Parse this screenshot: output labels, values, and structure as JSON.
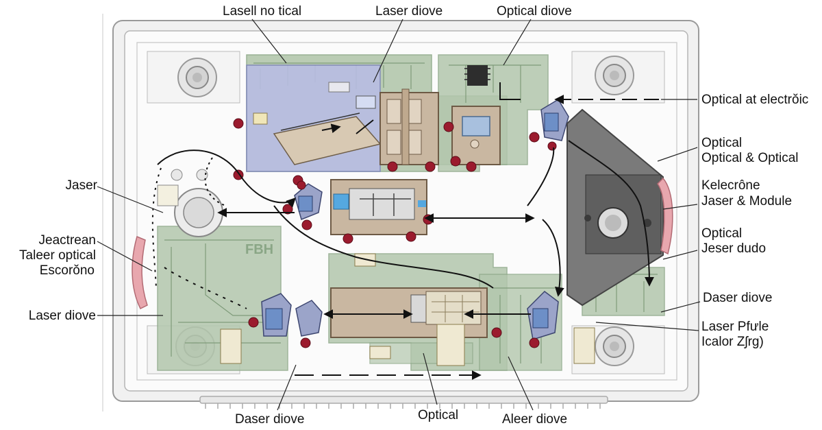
{
  "colors": {
    "board": "#a9bfa4",
    "board_dark": "#8aa686",
    "enclosure": "#d9d9d9",
    "module": "#c9b7a1",
    "lens": "#7fa1c9",
    "wheel": "#9b1b2e",
    "plate": "#6e6e6e",
    "purple": "#b8bde3"
  },
  "labels": {
    "top_left": "Lasell no tical",
    "top_mid": "Laser diove",
    "top_right": "Optical diove",
    "right_1": "Optical at electrŏic",
    "right_2a": "Optical",
    "right_2b": "Optical & Optical",
    "right_3a": "Kelecrône",
    "right_3b": "Jaser & Module",
    "right_4a": "Optical",
    "right_4b": "Jeser dudo",
    "right_5": "Daser diove",
    "right_6a": "Laser Pfưle",
    "right_6b": "Icalor Zʃrg)",
    "left_1": "Jaser",
    "left_2a": "Jeactrean",
    "left_2b": "Taleer optical",
    "left_2c": "Escorŏno",
    "left_3": "Laser diove",
    "bottom_1": "Daser diove",
    "bottom_2": "Optical",
    "bottom_3": "Aleer diove",
    "board_mark": "FBH"
  }
}
